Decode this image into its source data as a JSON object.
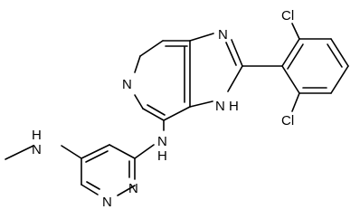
{
  "atoms": {
    "imidazole_n_top": "N",
    "imidazole_nh": "N",
    "imidazole_h": "H",
    "pyridine_n": "N",
    "amine_n": "N",
    "amine_h": "H",
    "methylamine_h": "H",
    "methylamine_n": "N",
    "pyrimidine_n_right": "N",
    "pyrimidine_n_bottom": "N",
    "cl_top": "Cl",
    "cl_bottom": "Cl"
  },
  "colors": {
    "bond": "#000000",
    "label": "#000000",
    "background": "#ffffff"
  }
}
